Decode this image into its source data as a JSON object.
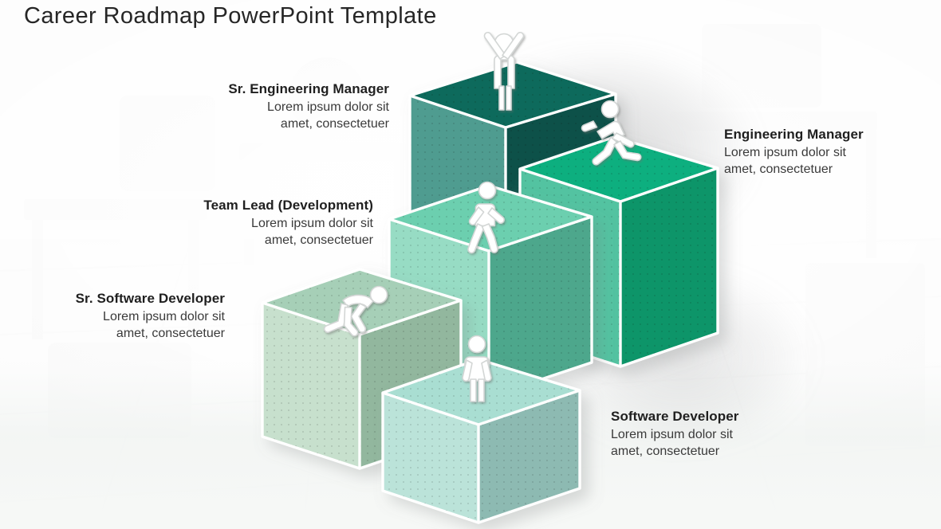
{
  "slide": {
    "title": "Career Roadmap PowerPoint Template",
    "background_theme": "faded-office-photo"
  },
  "colors": {
    "title_text": "#262626",
    "heading_text": "#1f1f1f",
    "body_text": "#3a3a3a",
    "edge_stroke": "#ffffff",
    "figure_fill": "#ffffff"
  },
  "steps": [
    {
      "id": "software-developer",
      "order": 1,
      "heading": "Software Developer",
      "body_line1": "Lorem ipsum dolor sit",
      "body_line2": "amet, consectetuer",
      "align": "left",
      "figure": "standing-person-icon",
      "colors": {
        "top": "#a9ded2",
        "left": "#bbe3d9",
        "right": "#8dbab2"
      }
    },
    {
      "id": "sr-software-developer",
      "order": 2,
      "heading": "Sr. Software Developer",
      "body_line1": "Lorem ipsum dolor sit",
      "body_line2": "amet, consectetuer",
      "align": "right",
      "figure": "crawling-person-icon",
      "colors": {
        "top": "#a6cfb7",
        "left": "#c7e0cd",
        "right": "#92b79e"
      }
    },
    {
      "id": "team-lead-development",
      "order": 3,
      "heading": "Team Lead (Development)",
      "body_line1": "Lorem ipsum dolor sit",
      "body_line2": "amet, consectetuer",
      "align": "right",
      "figure": "walking-person-icon",
      "colors": {
        "top": "#6ccfaf",
        "left": "#97dcc4",
        "right": "#4da78c"
      }
    },
    {
      "id": "engineering-manager",
      "order": 4,
      "heading": "Engineering Manager",
      "body_line1": "Lorem ipsum dolor sit",
      "body_line2": "amet, consectetuer",
      "align": "left",
      "figure": "running-person-icon",
      "colors": {
        "top": "#0faf7f",
        "left": "#53c3a1",
        "right": "#0c9569"
      }
    },
    {
      "id": "sr-engineering-manager",
      "order": 5,
      "heading": "Sr. Engineering Manager",
      "body_line1": "Lorem ipsum dolor sit",
      "body_line2": "amet, consectetuer",
      "align": "right",
      "figure": "celebrating-person-icon",
      "colors": {
        "top": "#0b6b5b",
        "left": "#4f9c90",
        "right": "#08514a"
      }
    }
  ]
}
